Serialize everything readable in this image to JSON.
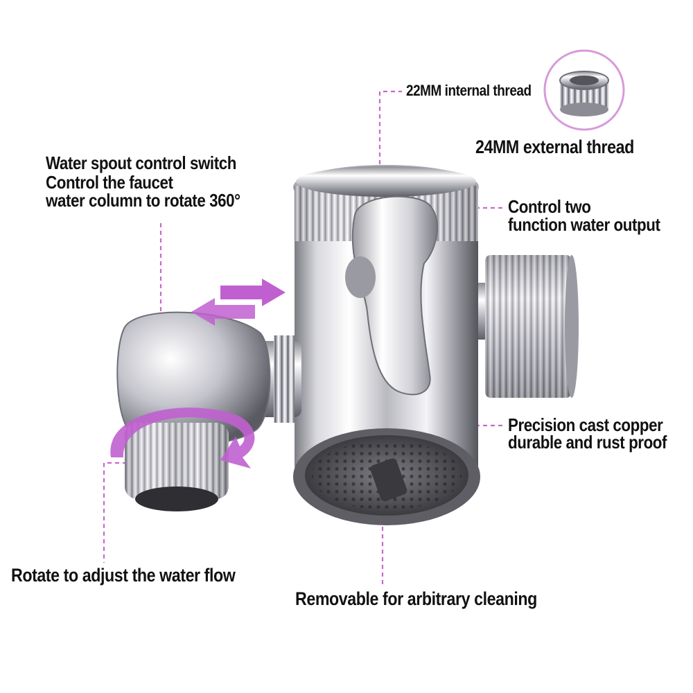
{
  "labels": {
    "internal_thread": "22MM internal thread",
    "external_thread": "24MM external thread",
    "spout_switch_1": "Water spout control switch",
    "spout_switch_2": "Control the faucet",
    "spout_switch_3": "water column to rotate 360°",
    "control_two_1": "Control two",
    "control_two_2": "function water output",
    "copper_1": "Precision cast copper",
    "copper_2": "durable and rust proof",
    "rotate_flow": "Rotate to adjust the water flow",
    "removable": "Removable for arbitrary cleaning"
  },
  "colors": {
    "accent": "#cc66cc",
    "arrow": "#c060d0",
    "chrome_light": "#f2f2f6",
    "chrome_dark": "#6a6a72",
    "aerator": "#4a4a4e",
    "text": "#111111"
  }
}
